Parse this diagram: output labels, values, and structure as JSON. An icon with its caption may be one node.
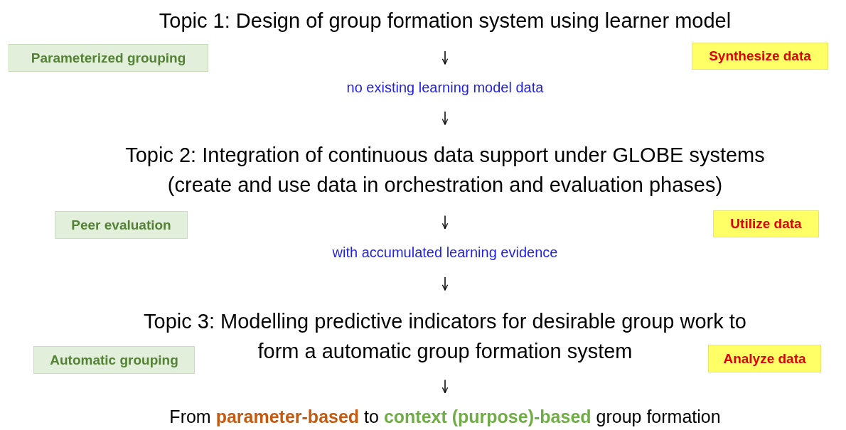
{
  "diagram": {
    "nodes": [
      {
        "text": [
          "Topic 1: Design of group formation system using learner model"
        ]
      },
      {
        "text": [
          "Parameterized grouping"
        ]
      },
      {
        "text": [
          "Synthesize data"
        ]
      },
      {
        "text": [
          "no existing learning model data"
        ]
      },
      {
        "text": [
          "Topic 2: Integration of continuous data support under GLOBE systems",
          "(create and use data in orchestration and evaluation phases)"
        ]
      },
      {
        "text": [
          "Peer evaluation"
        ]
      },
      {
        "text": [
          "Utilize data"
        ]
      },
      {
        "text": [
          "with accumulated learning evidence"
        ]
      },
      {
        "text": [
          "Topic 3: Modelling predictive indicators for desirable group work to",
          "form a automatic group formation system"
        ]
      },
      {
        "text": [
          "Automatic grouping"
        ]
      },
      {
        "text": [
          "Analyze data"
        ]
      },
      {
        "text": [
          "From **parameter-based** to **context (purpose)-based** group formation"
        ]
      }
    ],
    "edges": [
      {
        "from": 0,
        "to": 3,
        "arrow": "to"
      },
      {
        "from": 3,
        "to": 4,
        "arrow": "to"
      },
      {
        "from": 4,
        "to": 7,
        "arrow": "to"
      },
      {
        "from": 7,
        "to": 8,
        "arrow": "to"
      },
      {
        "from": 8,
        "to": 11,
        "arrow": "to"
      }
    ]
  }
}
